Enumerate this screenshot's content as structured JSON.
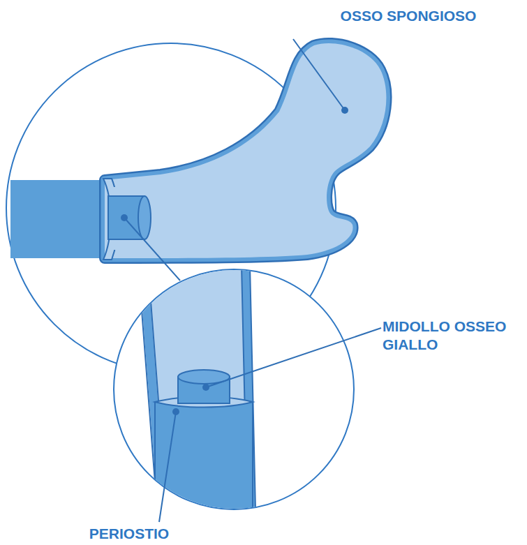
{
  "diagram": {
    "labels": [
      "OSSO SPONGIOSO",
      "MIDOLLO OSSEO GIALLO",
      "PERIOSTIO"
    ]
  }
}
